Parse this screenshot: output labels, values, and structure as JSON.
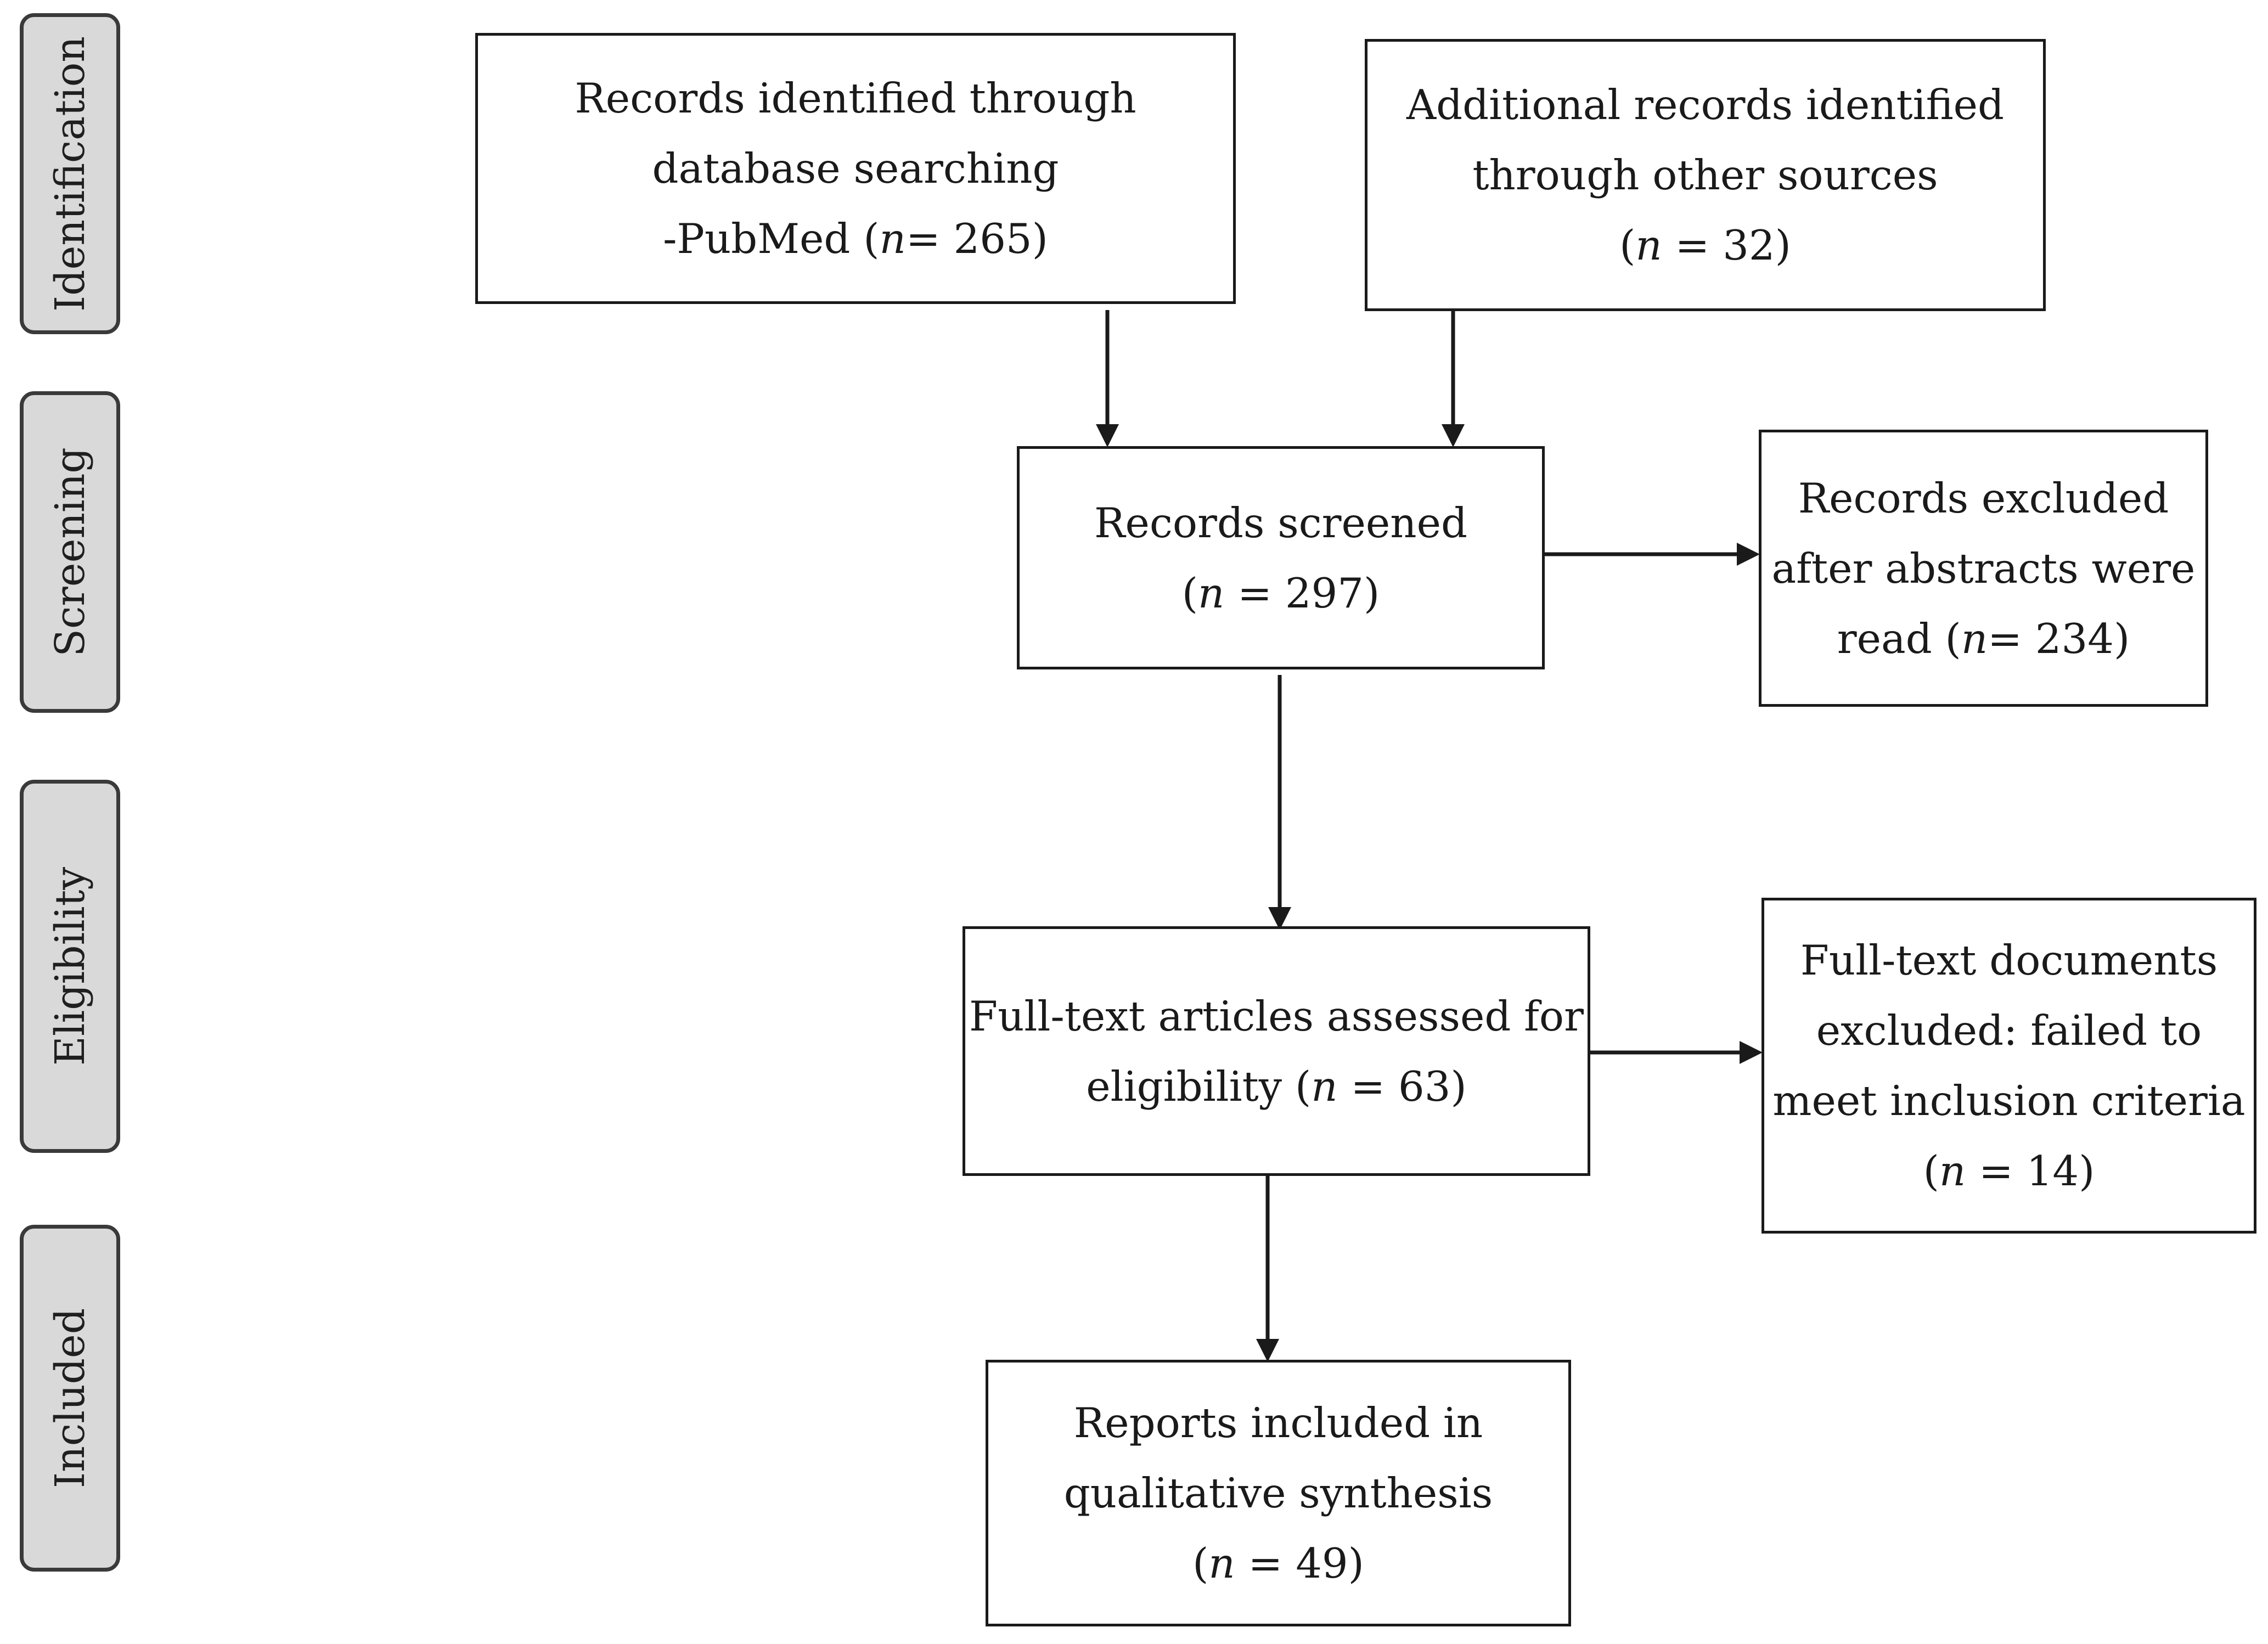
{
  "phases": {
    "identification": "Identification",
    "screening": "Screening",
    "eligibility": "Eligibility",
    "included": "Included"
  },
  "boxes": {
    "database": {
      "line1": "Records identified through",
      "line2": "database searching",
      "line3_prefix": "-PubMed (",
      "n_symbol": "n",
      "line3_suffix": "= 265)"
    },
    "additional": {
      "line1": "Additional records identified",
      "line2": "through other sources",
      "line3_prefix": "(",
      "n_symbol": "n",
      "line3_suffix": " = 32)"
    },
    "screened": {
      "line1": "Records screened",
      "line2_prefix": "(",
      "n_symbol": "n",
      "line2_suffix": " = 297)"
    },
    "excluded_abstracts": {
      "line1": "Records excluded",
      "line2": "after abstracts were",
      "line3_prefix": "read (",
      "n_symbol": "n",
      "line3_suffix": "= 234)"
    },
    "fulltext": {
      "line1": "Full-text articles assessed for",
      "line2_prefix": "eligibility (",
      "n_symbol": "n",
      "line2_suffix": " = 63)"
    },
    "excluded_fulltext": {
      "line1": "Full-text documents",
      "line2": "excluded: failed to",
      "line3": "meet inclusion criteria",
      "line4_prefix": "(",
      "n_symbol": "n",
      "line4_suffix": " = 14)"
    },
    "included": {
      "line1": "Reports included in",
      "line2": "qualitative synthesis",
      "line3_prefix": "(",
      "n_symbol": "n",
      "line3_suffix": " = 49)"
    }
  }
}
